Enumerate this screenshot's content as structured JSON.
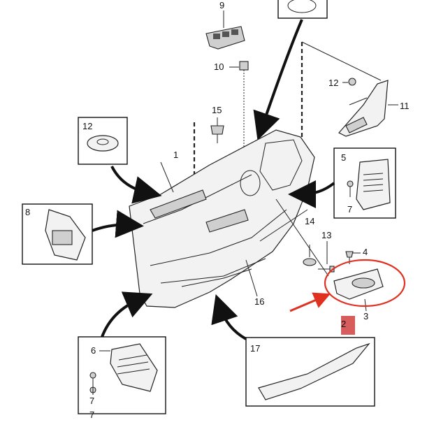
{
  "callouts": {
    "c1": "1",
    "c2": "2",
    "c3": "3",
    "c4": "4",
    "c5": "5",
    "c6": "6",
    "c7a": "7",
    "c7b": "7",
    "c7c": "7",
    "c8": "8",
    "c9": "9",
    "c10": "10",
    "c11": "11",
    "c12a": "12",
    "c12b": "12",
    "c13": "13",
    "c14": "14",
    "c15": "15",
    "c16": "16",
    "c17": "17"
  },
  "colors": {
    "highlight_circle": "#e03020",
    "pointer_arrow": "#e03020",
    "part2_bar": "#d04040"
  }
}
